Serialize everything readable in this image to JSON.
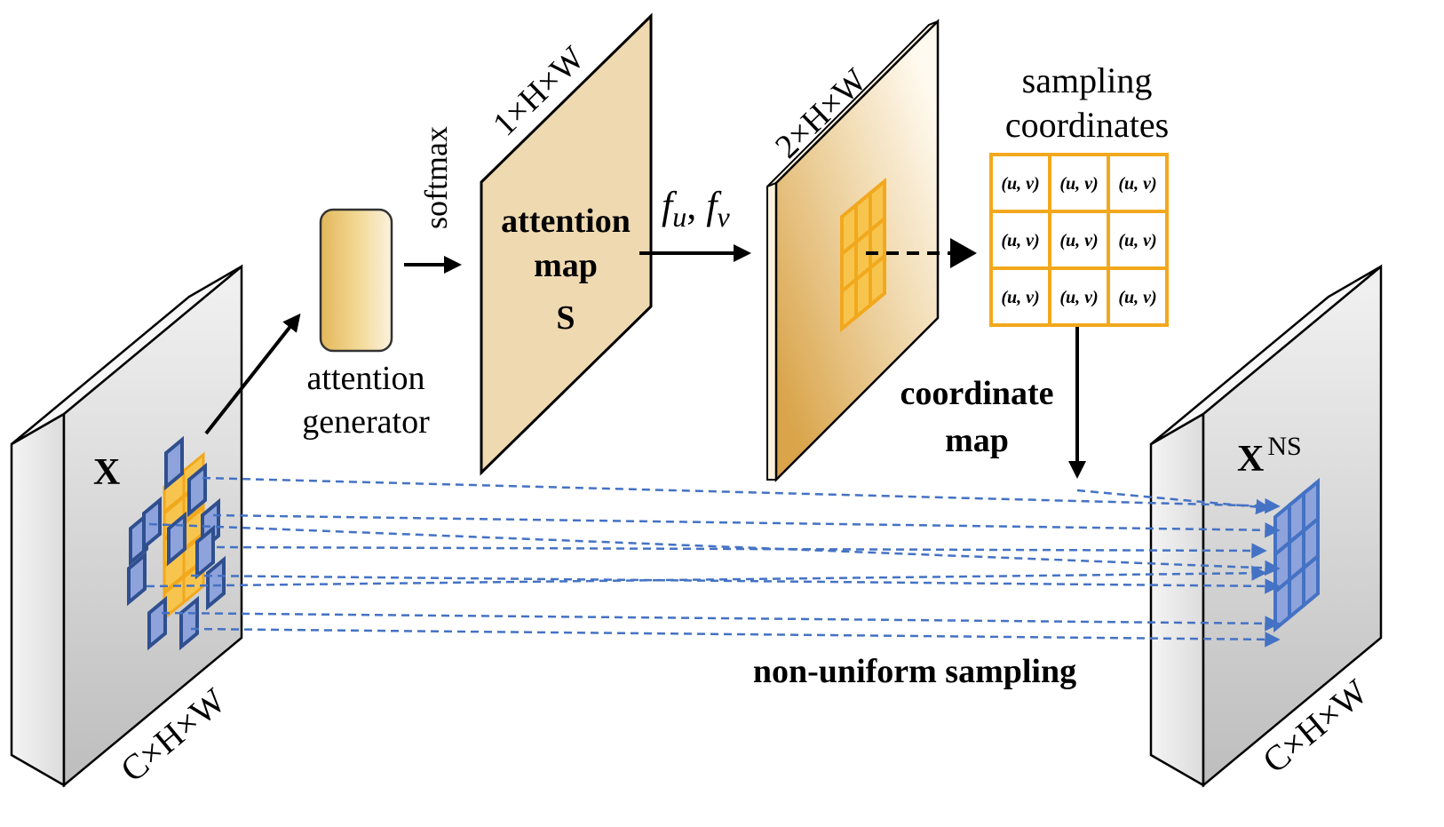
{
  "input_tensor": {
    "name": "X",
    "dims": "C×H×W"
  },
  "output_tensor": {
    "name": "X",
    "superscript": "NS",
    "dims": "C×H×W"
  },
  "attention_generator": {
    "line1": "attention",
    "line2": "generator"
  },
  "softmax_label": "softmax",
  "attention_map": {
    "dims": "1×H×W",
    "line1": "attention",
    "line2": "map",
    "line3": "S"
  },
  "f_label": {
    "f1": "f",
    "sub1": "u",
    "sep": ", ",
    "f2": "f",
    "sub2": "v"
  },
  "offset_map": {
    "dims": "2×H×W"
  },
  "sampling_coordinates": {
    "line1": "sampling",
    "line2": "coordinates",
    "cells": [
      "(u, v)",
      "(u, v)",
      "(u, v)",
      "(u, v)",
      "(u, v)",
      "(u, v)",
      "(u, v)",
      "(u, v)",
      "(u, v)"
    ]
  },
  "coordinate_map": {
    "line1": "coordinate",
    "line2": "map"
  },
  "nonuniform_label": "non-uniform sampling",
  "colors": {
    "blue": "#4472C4",
    "orange": "#F2A81D",
    "tan": "#EFD9B0"
  }
}
